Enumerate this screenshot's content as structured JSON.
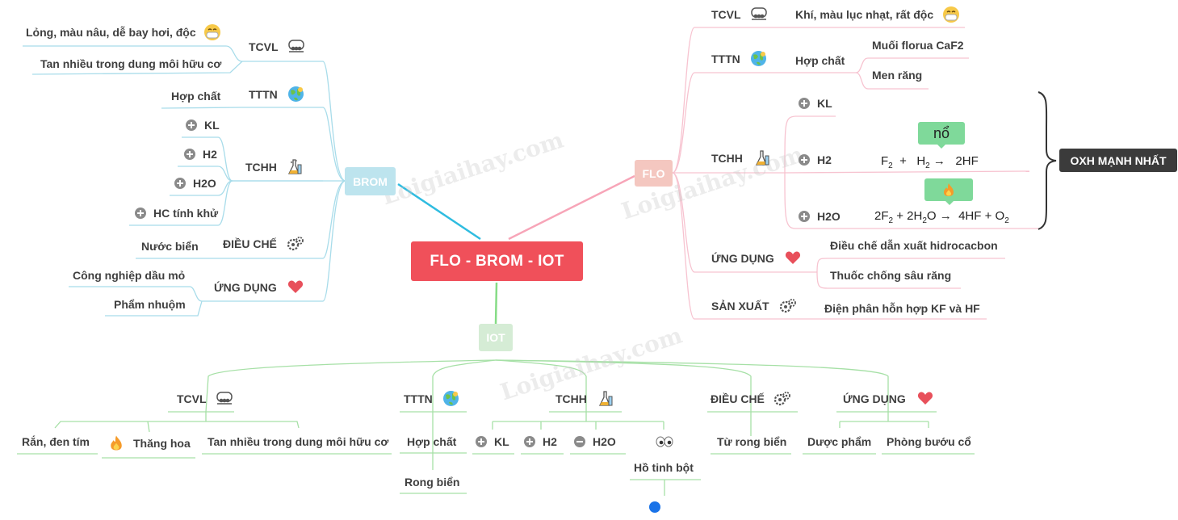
{
  "root": "FLO - BROM - IOT",
  "brom": {
    "hub": "BROM",
    "tcvl": "TCVL",
    "tcvl_items": [
      "Lỏng, màu nâu, dễ bay hơi, độc",
      "Tan nhiều trong dung môi hữu cơ"
    ],
    "tttn": "TTTN",
    "tttn_item": "Hợp chất",
    "tchh": "TCHH",
    "tchh_items": [
      "KL",
      "H2",
      "H2O",
      "HC tính khử"
    ],
    "dieuche": "ĐIỀU CHẾ",
    "dieuche_item": "Nước biển",
    "ungdung": "ỨNG DỤNG",
    "ungdung_items": [
      "Công nghiệp dầu mỏ",
      "Phẩm nhuộm"
    ]
  },
  "flo": {
    "hub": "FLO",
    "tcvl": "TCVL",
    "tcvl_item": "Khí, màu lục nhạt, rất độc",
    "tttn": "TTTN",
    "tttn_item": "Hợp chất",
    "tttn_subitems": [
      "Muối florua CaF2",
      "Men răng"
    ],
    "tchh": "TCHH",
    "tchh_items": [
      "KL",
      "H2",
      "H2O"
    ],
    "no_label": "nổ",
    "summary": "OXH MẠNH NHẤT",
    "ungdung": "ỨNG DỤNG",
    "ungdung_items": [
      "Điều chế dẫn xuất hidrocacbon",
      "Thuốc chống sâu răng"
    ],
    "sanxuat": "SẢN XUẤT",
    "sanxuat_item": "Điện phân hỗn hợp KF và HF"
  },
  "iot": {
    "hub": "IOT",
    "tcvl": "TCVL",
    "tcvl_items": [
      "Rắn, đen tím",
      "Thăng hoa",
      "Tan nhiều trong dung môi hữu cơ"
    ],
    "tttn": "TTTN",
    "tttn_item": "Hợp chất",
    "tttn_subitem": "Rong biển",
    "tchh": "TCHH",
    "tchh_items": [
      "KL",
      "H2",
      "H2O",
      "Hồ tinh bột"
    ],
    "dieuche": "ĐIỀU CHẾ",
    "dieuche_item": "Từ rong biển",
    "ungdung": "ỨNG DỤNG",
    "ungdung_items": [
      "Dược phẩm",
      "Phòng bướu cổ"
    ]
  },
  "watermark": "Loigiaihay.com",
  "icons": {
    "tcvl": "atoms-icon",
    "tttn": "globe-icon",
    "tchh": "flask-icon",
    "dieuche": "gears-icon",
    "ungdung": "heart-icon",
    "mask": "mask-face-icon",
    "fire": "fire-icon",
    "eyes": "eyes-icon",
    "collapse": "plus-circle-icon"
  },
  "colors": {
    "root": "#f0505a",
    "brom": "#bde4ee",
    "brom_line": "#4cc3e3",
    "flo": "#f4c7c0",
    "flo_line": "#f7a5b8",
    "iot": "#d5ecd5",
    "iot_line": "#86dc86"
  }
}
